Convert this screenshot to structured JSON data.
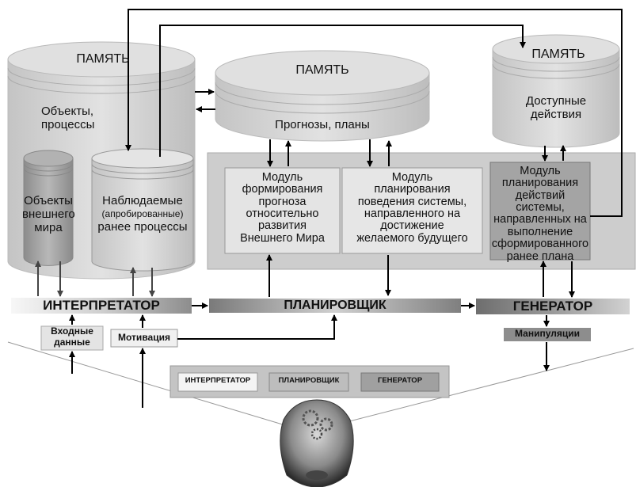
{
  "memory_left": {
    "title": "ПАМЯТЬ",
    "text": "Объекты,\nпроцессы",
    "sub_left": "Объекты\nвнешнего\nмира",
    "sub_right_line1": "Наблюдаемые",
    "sub_right_line2": "(апробированные)",
    "sub_right_line3": "ранее процессы"
  },
  "memory_center": {
    "title": "ПАМЯТЬ",
    "text": "Прогнозы, планы"
  },
  "memory_right": {
    "title": "ПАМЯТЬ",
    "text": "Доступные\nдействия"
  },
  "modules": {
    "forecast": "Модуль\nформирования\nпрогноза\nотносительно\nразвития\nВнешнего Мира",
    "planning": "Модуль\nпланирования\nповедения системы,\nнаправленного на\nдостижение\nжелаемого будущего",
    "actions": "Модуль\nпланирования\nдействий системы,\nнаправленных на\nвыполнение\nсформированного\nранее плана"
  },
  "bars": {
    "interpreter": "ИНТЕРПРЕТАТОР",
    "planner": "ПЛАНИРОВЩИК",
    "generator": "ГЕНЕРАТОР"
  },
  "inputs": {
    "input_data": "Входные\nданные",
    "motivation": "Мотивация",
    "manipulation": "Манипуляции"
  },
  "bottom_strip": {
    "interpreter": "ИНТЕРПРЕТАТОР",
    "planner": "ПЛАНИРОВЩИК",
    "generator": "ГЕНЕРАТОР"
  },
  "colors": {
    "cylinder": "#d6d6d6",
    "cylinder_dark": "#b0b0b0",
    "panel": "#cfcfcf",
    "module": "#e4e4e4",
    "module_dark": "#9f9f9f",
    "arrow": "#000000"
  },
  "icons": {
    "head": "head-with-gears-icon"
  }
}
